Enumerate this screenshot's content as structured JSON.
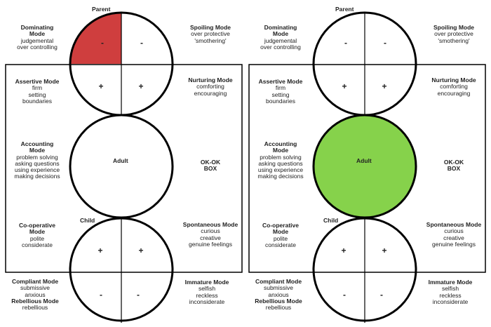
{
  "colors": {
    "dominating_fill": "#cf3e3e",
    "adult_fill": "#86d24b",
    "stroke": "#000000"
  },
  "panels": [
    {
      "highlight": "dominating",
      "parent": "Parent",
      "adult": "Adult",
      "child": "Child",
      "box_label": [
        "OK-OK",
        "BOX"
      ],
      "dominating": {
        "title": [
          "Dominating",
          "Mode"
        ],
        "lines": [
          "judgemental",
          "over controlling"
        ]
      },
      "spoiling": {
        "title": [
          "Spoiling Mode"
        ],
        "lines": [
          "over protective",
          "'smothering'"
        ]
      },
      "assertive": {
        "title": [
          "Assertive Mode"
        ],
        "lines": [
          "firm",
          "setting",
          "boundaries"
        ]
      },
      "nurturing": {
        "title": [
          "Nurturing Mode"
        ],
        "lines": [
          "comforting",
          "encouraging"
        ]
      },
      "accounting": {
        "title": [
          "Accounting",
          "Mode"
        ],
        "lines": [
          "problem solving",
          "asking questions",
          "using experience",
          "making decisions"
        ]
      },
      "cooperative": {
        "title": [
          "Co-operative",
          "Mode"
        ],
        "lines": [
          "polite",
          "considerate"
        ]
      },
      "spontaneous": {
        "title": [
          "Spontaneous Mode"
        ],
        "lines": [
          "curious",
          "creative",
          "genuine feelings"
        ]
      },
      "compliant": {
        "title": [
          "Compliant Mode"
        ],
        "lines": [
          "submissive",
          "anxious"
        ],
        "title2": "Rebellious Mode",
        "lines2": [
          "rebellious"
        ]
      },
      "immature": {
        "title": [
          "Immature Mode"
        ],
        "lines": [
          "selfish",
          "reckless",
          "inconsiderate"
        ]
      },
      "signs": {
        "parent_top": [
          "-",
          "-"
        ],
        "parent_bottom": [
          "+",
          "+"
        ],
        "child_top": [
          "+",
          "+"
        ],
        "child_bottom": [
          "-",
          "-"
        ]
      }
    },
    {
      "highlight": "adult",
      "parent": "Parent",
      "adult": "Adult",
      "child": "Child",
      "box_label": [
        "OK-OK",
        "BOX"
      ],
      "dominating": {
        "title": [
          "Dominating",
          "Mode"
        ],
        "lines": [
          "judgemental",
          "over controlling"
        ]
      },
      "spoiling": {
        "title": [
          "Spoiling Mode"
        ],
        "lines": [
          "over protective",
          "'smothering'"
        ]
      },
      "assertive": {
        "title": [
          "Assertive Mode"
        ],
        "lines": [
          "firm",
          "setting",
          "boundaries"
        ]
      },
      "nurturing": {
        "title": [
          "Nurturing Mode"
        ],
        "lines": [
          "comforting",
          "encouraging"
        ]
      },
      "accounting": {
        "title": [
          "Accounting",
          "Mode"
        ],
        "lines": [
          "problem solving",
          "asking questions",
          "using experience",
          "making decisions"
        ]
      },
      "cooperative": {
        "title": [
          "Co-operative",
          "Mode"
        ],
        "lines": [
          "polite",
          "considerate"
        ]
      },
      "spontaneous": {
        "title": [
          "Spontaneous Mode"
        ],
        "lines": [
          "curious",
          "creative",
          "genuine feelings"
        ]
      },
      "compliant": {
        "title": [
          "Compliant Mode"
        ],
        "lines": [
          "submissive",
          "anxious"
        ],
        "title2": "Rebellious Mode",
        "lines2": [
          "rebellious"
        ]
      },
      "immature": {
        "title": [
          "Immature Mode"
        ],
        "lines": [
          "selfish",
          "reckless",
          "inconsiderate"
        ]
      },
      "signs": {
        "parent_top": [
          "-",
          "-"
        ],
        "parent_bottom": [
          "+",
          "+"
        ],
        "child_top": [
          "+",
          "+"
        ],
        "child_bottom": [
          "-",
          "-"
        ]
      }
    }
  ]
}
